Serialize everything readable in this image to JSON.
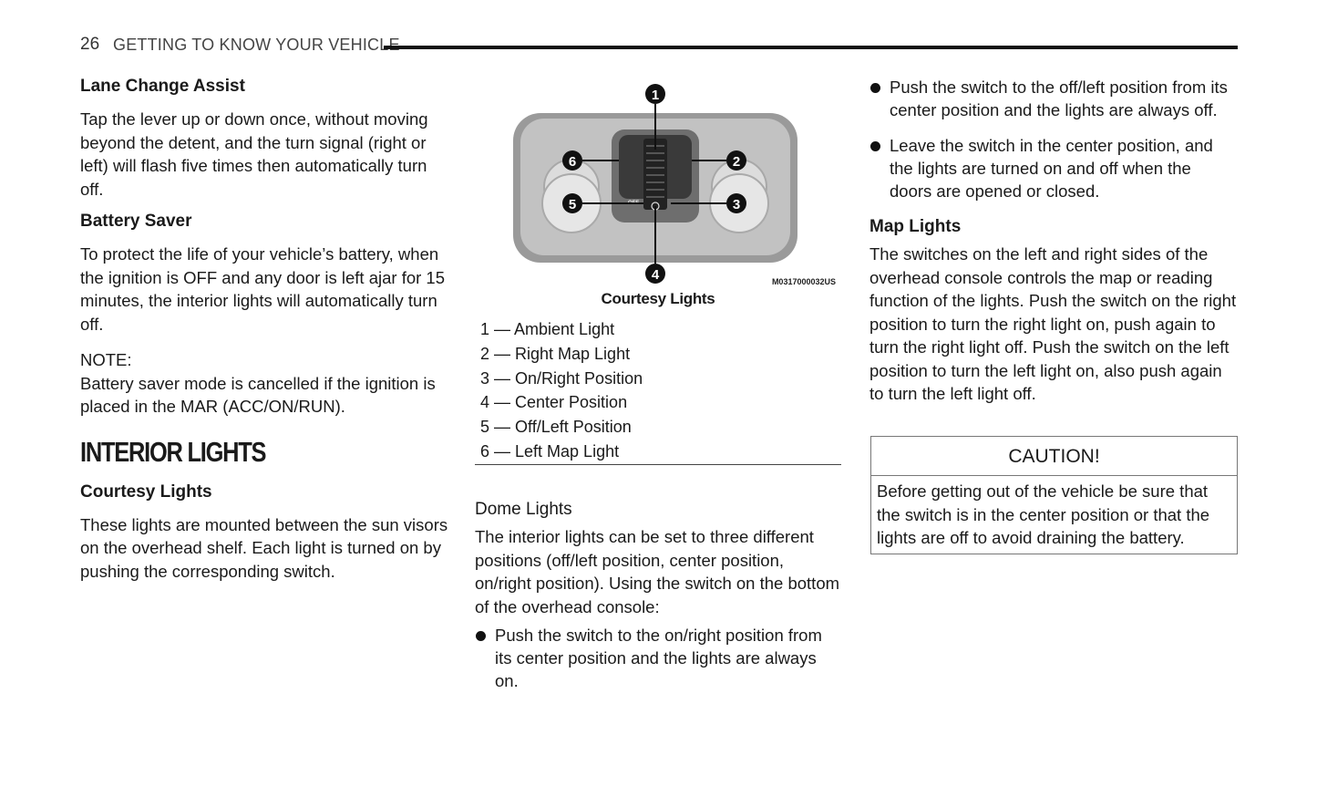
{
  "header": {
    "page_number": "26",
    "chapter": "GETTING TO KNOW YOUR VEHICLE"
  },
  "col1": {
    "lane_change": {
      "heading": "Lane Change Assist",
      "body": "Tap the lever up or down once, without moving beyond the detent, and the turn signal (right or left) will flash five times then automatically turn off."
    },
    "battery_saver": {
      "heading": "Battery Saver",
      "body": "To protect the life of your vehicle’s battery, when the ignition is OFF and any door is left ajar for 15 minutes, the interior lights will automatically turn off."
    },
    "note": {
      "label": "NOTE:",
      "body": "Battery saver mode is cancelled if the ignition is placed in the MAR (ACC/ON/RUN)."
    },
    "section_title": "INTERIOR LIGHTS",
    "courtesy": {
      "heading": "Courtesy Lights",
      "body": "These lights are mounted between the sun visors on the overhead shelf. Each light is turned on by pushing the corresponding switch."
    }
  },
  "figure": {
    "code": "M0317000032US",
    "callouts": [
      "1",
      "2",
      "3",
      "4",
      "5",
      "6"
    ],
    "switch_label": "OFF",
    "caption": "Courtesy Lights",
    "legend": [
      "1 — Ambient Light",
      "2 — Right Map Light",
      "3 — On/Right Position",
      "4 — Center Position",
      "5 — Off/Left Position",
      "6 — Left Map Light"
    ]
  },
  "col2": {
    "dome": {
      "heading": "Dome Lights",
      "body": "The interior lights can be set to three different positions (off/left position, center position, on/right position). Using the switch on the bottom of the overhead console:",
      "bullets": [
        "Push the switch to the on/right position from its center position and the lights are always on."
      ]
    }
  },
  "col3": {
    "bullets": [
      "Push the switch to the off/left position from its center position and the lights are always off.",
      "Leave the switch in the center position, and the lights are turned on and off when the doors are opened or closed."
    ],
    "map": {
      "heading": "Map Lights",
      "body": "The switches on the left and right sides of the overhead console controls the map or reading function of the lights. Push the switch on the right position to turn the right light on, push again to turn the right light off. Push the switch on the left position to turn the left light on, also push again to turn the left light off."
    },
    "caution": {
      "title": "CAUTION!",
      "body": "Before getting out of the vehicle be sure that the switch is in the center position or that the lights are off to avoid draining the battery."
    }
  }
}
